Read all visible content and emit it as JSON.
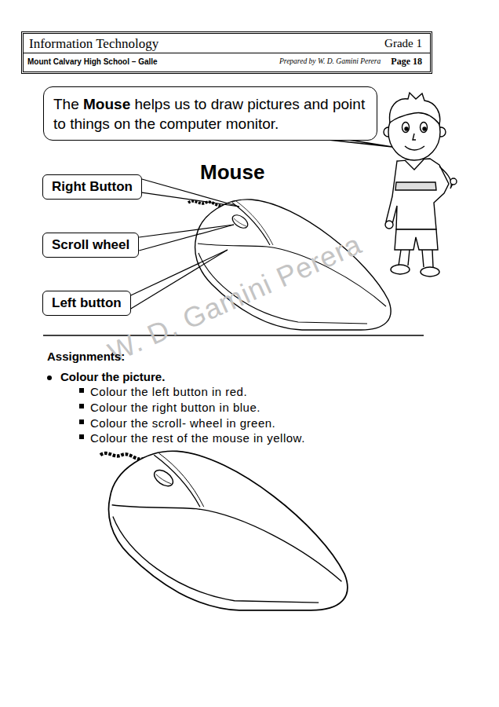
{
  "diagram": {
    "title": "Mouse",
    "nodes": [
      {
        "text": [
          "Information Technology",
          "Grade 1",
          "Mount Calvary High School – Galle",
          "Prepared by W. D. Gamini Perera",
          "Page 18"
        ]
      },
      {
        "text": [
          "The Mouse helps us to draw pictures and point to things on the computer monitor."
        ]
      },
      {
        "text": [
          "Right Button"
        ]
      },
      {
        "text": [
          "Scroll wheel"
        ]
      },
      {
        "text": [
          "Left button"
        ]
      }
    ],
    "labels": [
      "W. D. Gamini Perera",
      "Assignments:",
      "Colour the picture.",
      "Colour the left button in red.",
      "Colour the right button in blue.",
      "Colour the scroll- wheel in green.",
      "Colour the rest of the mouse in yellow."
    ]
  }
}
